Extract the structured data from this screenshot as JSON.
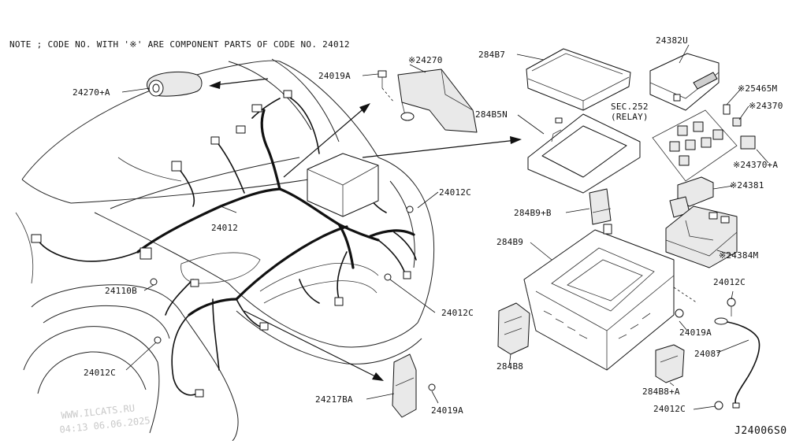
{
  "note": "NOTE ; CODE NO. WITH '※' ARE COMPONENT PARTS OF CODE NO. 24012",
  "diagram_code": "J24006S0",
  "watermark": {
    "line1": "WWW.ILCATS.RU",
    "line2": "04:13 06.06.2025"
  },
  "labels": {
    "p24270a": "24270+A",
    "p24019a_top": "24019A",
    "p24270s": "※24270",
    "p284b7": "284B7",
    "p24382u": "24382U",
    "p25465m": "※25465M",
    "p24370": "※24370",
    "p24370a": "※24370+A",
    "p24381": "※24381",
    "p24384m": "※24384M",
    "p284b5n": "284B5N",
    "sec252_1": "SEC.252",
    "sec252_2": "(RELAY)",
    "p24012c_upper": "24012C",
    "p284b9b": "284B9+B",
    "p284b9": "284B9",
    "p24012": "24012",
    "p24110b": "24110B",
    "p24012c_mid": "24012C",
    "p24012c_left": "24012C",
    "p284b8": "284B8",
    "p24019a_mid": "24019A",
    "p24012c_right": "24012C",
    "p24087": "24087",
    "p284b8a": "284B8+A",
    "p24217ba": "24217BA",
    "p24019a_bottom": "24019A",
    "p24012c_bottom": "24012C"
  }
}
